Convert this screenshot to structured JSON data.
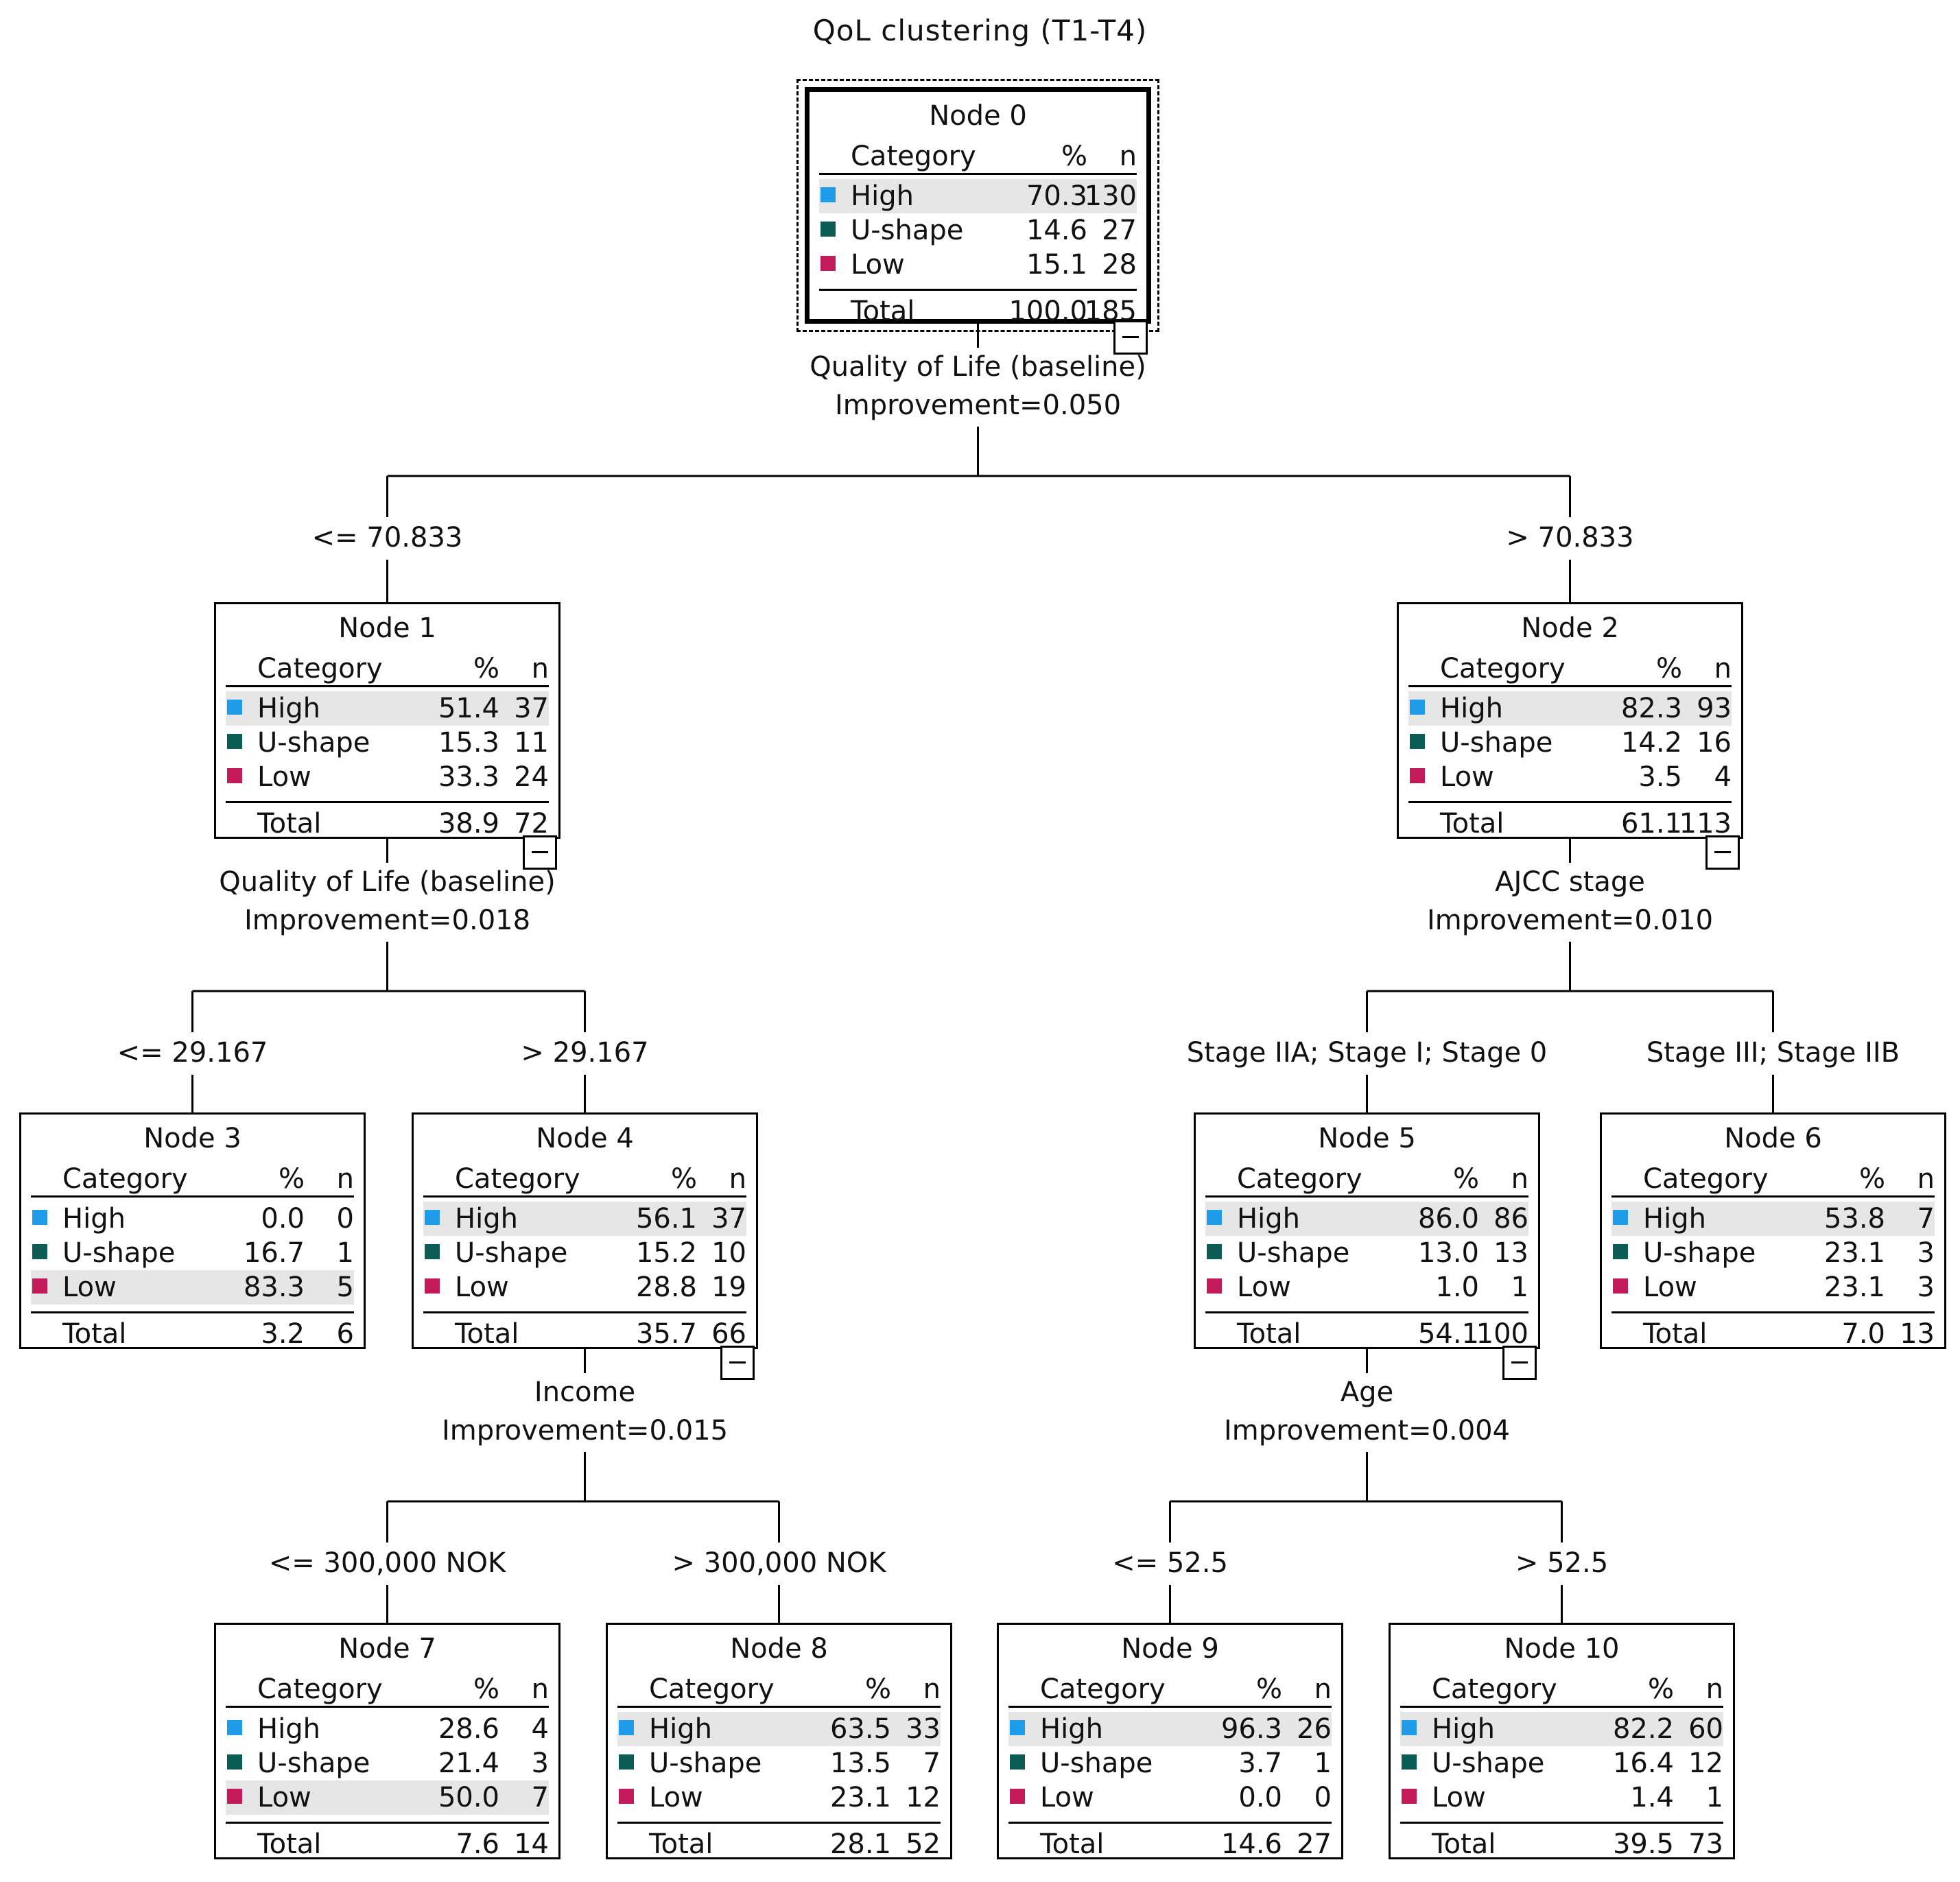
{
  "title": "QoL clustering (T1-T4)",
  "header": {
    "category": "Category",
    "pct": "%",
    "n": "n"
  },
  "total_label": "Total",
  "category_colors": {
    "High": "#1e9be9",
    "U-shape": "#0b5c55",
    "Low": "#c21a5a"
  },
  "nodes": {
    "0": {
      "title": "Node 0",
      "rows": [
        [
          "High",
          "70.3",
          "130"
        ],
        [
          "U-shape",
          "14.6",
          "27"
        ],
        [
          "Low",
          "15.1",
          "28"
        ]
      ],
      "total": [
        "100.0",
        "185"
      ],
      "highlight": "High"
    },
    "1": {
      "title": "Node 1",
      "rows": [
        [
          "High",
          "51.4",
          "37"
        ],
        [
          "U-shape",
          "15.3",
          "11"
        ],
        [
          "Low",
          "33.3",
          "24"
        ]
      ],
      "total": [
        "38.9",
        "72"
      ],
      "highlight": "High"
    },
    "2": {
      "title": "Node 2",
      "rows": [
        [
          "High",
          "82.3",
          "93"
        ],
        [
          "U-shape",
          "14.2",
          "16"
        ],
        [
          "Low",
          "3.5",
          "4"
        ]
      ],
      "total": [
        "61.1",
        "113"
      ],
      "highlight": "High"
    },
    "3": {
      "title": "Node 3",
      "rows": [
        [
          "High",
          "0.0",
          "0"
        ],
        [
          "U-shape",
          "16.7",
          "1"
        ],
        [
          "Low",
          "83.3",
          "5"
        ]
      ],
      "total": [
        "3.2",
        "6"
      ],
      "highlight": "Low"
    },
    "4": {
      "title": "Node 4",
      "rows": [
        [
          "High",
          "56.1",
          "37"
        ],
        [
          "U-shape",
          "15.2",
          "10"
        ],
        [
          "Low",
          "28.8",
          "19"
        ]
      ],
      "total": [
        "35.7",
        "66"
      ],
      "highlight": "High"
    },
    "5": {
      "title": "Node 5",
      "rows": [
        [
          "High",
          "86.0",
          "86"
        ],
        [
          "U-shape",
          "13.0",
          "13"
        ],
        [
          "Low",
          "1.0",
          "1"
        ]
      ],
      "total": [
        "54.1",
        "100"
      ],
      "highlight": "High"
    },
    "6": {
      "title": "Node 6",
      "rows": [
        [
          "High",
          "53.8",
          "7"
        ],
        [
          "U-shape",
          "23.1",
          "3"
        ],
        [
          "Low",
          "23.1",
          "3"
        ]
      ],
      "total": [
        "7.0",
        "13"
      ],
      "highlight": "High"
    },
    "7": {
      "title": "Node 7",
      "rows": [
        [
          "High",
          "28.6",
          "4"
        ],
        [
          "U-shape",
          "21.4",
          "3"
        ],
        [
          "Low",
          "50.0",
          "7"
        ]
      ],
      "total": [
        "7.6",
        "14"
      ],
      "highlight": "Low"
    },
    "8": {
      "title": "Node 8",
      "rows": [
        [
          "High",
          "63.5",
          "33"
        ],
        [
          "U-shape",
          "13.5",
          "7"
        ],
        [
          "Low",
          "23.1",
          "12"
        ]
      ],
      "total": [
        "28.1",
        "52"
      ],
      "highlight": "High"
    },
    "9": {
      "title": "Node 9",
      "rows": [
        [
          "High",
          "96.3",
          "26"
        ],
        [
          "U-shape",
          "3.7",
          "1"
        ],
        [
          "Low",
          "0.0",
          "0"
        ]
      ],
      "total": [
        "14.6",
        "27"
      ],
      "highlight": "High"
    },
    "10": {
      "title": "Node 10",
      "rows": [
        [
          "High",
          "82.2",
          "60"
        ],
        [
          "U-shape",
          "16.4",
          "12"
        ],
        [
          "Low",
          "1.4",
          "1"
        ]
      ],
      "total": [
        "39.5",
        "73"
      ],
      "highlight": "High"
    }
  },
  "splits": {
    "0": {
      "variable": "Quality of Life (baseline)",
      "improvement": "Improvement=0.050"
    },
    "1": {
      "variable": "Quality of Life (baseline)",
      "improvement": "Improvement=0.018"
    },
    "2": {
      "variable": "AJCC stage",
      "improvement": "Improvement=0.010"
    },
    "4": {
      "variable": "Income",
      "improvement": "Improvement=0.015"
    },
    "5": {
      "variable": "Age",
      "improvement": "Improvement=0.004"
    }
  },
  "branches": {
    "1": "<= 70.833",
    "2": "> 70.833",
    "3": "<= 29.167",
    "4": "> 29.167",
    "5": "Stage IIA; Stage I; Stage 0",
    "6": "Stage III; Stage IIB",
    "7": "<= 300,000 NOK",
    "8": "> 300,000 NOK",
    "9": "<= 52.5",
    "10": "> 52.5"
  }
}
